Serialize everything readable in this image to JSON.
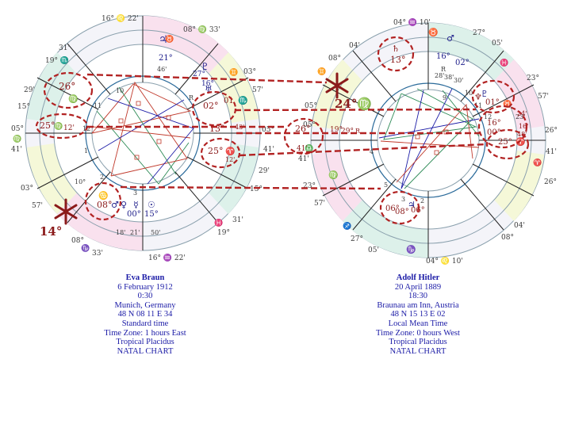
{
  "left_person": {
    "name": "Eva Braun",
    "date": "6 February 1912",
    "time": "0:30",
    "place": "Munich, Germany",
    "coords": "48 N 08    11 E 34",
    "time_type": "Standard time",
    "zone": "Time Zone: 1 hours East",
    "system": "Tropical Placidus",
    "chart_type": "NATAL CHART"
  },
  "right_person": {
    "name": "Adolf Hitler",
    "date": "20 April 1889",
    "time": "18:30",
    "place": "Braunau am Inn, Austria",
    "coords": "48 N 15    13 E 02",
    "time_type": "Local Mean Time",
    "zone": "Time Zone: 0 hours West",
    "system": "Tropical Placidus",
    "chart_type": "NATAL CHART"
  },
  "annotations": {
    "left_star_degree": "14°",
    "right_star_degree": "24°♍"
  },
  "left_wheel": {
    "cusp_labels": [
      "16° ♌ 22'",
      "08° ♍ 33'",
      "19° ♏",
      "31'",
      "29'",
      "15°",
      "05°",
      "♍",
      "41'",
      "03°",
      "57'",
      "08°",
      "♑",
      "33'",
      "16° ♒ 22'",
      "19°",
      "31'",
      "♓",
      "05°",
      "41'",
      "29'",
      "15°",
      "03°",
      "♊",
      "57'"
    ],
    "circled": [
      "26°",
      "♍",
      "25°",
      "♍",
      "12'",
      "02°",
      "01",
      "13°",
      "43'",
      "25°",
      "♈",
      "12'",
      "08°",
      "♋"
    ],
    "planets": [
      "♃",
      "21°",
      "46'",
      "♇",
      "27°",
      "16°",
      "♅",
      "00°",
      "15°",
      "18'",
      "21'",
      "50'",
      "10°",
      "♂",
      "♀",
      "☿",
      "☉",
      "1",
      "2",
      "3",
      "10",
      "11",
      "12",
      "R",
      "♉",
      "♏"
    ]
  },
  "right_wheel": {
    "cusp_labels": [
      "04° ♒ 10'",
      "27°",
      "05'",
      "♓",
      "23°",
      "57'",
      "26°",
      "41'",
      "♈",
      "05°",
      "♊",
      "04'",
      "08°",
      "04° ♌ 10'",
      "27°",
      "05'",
      "♐",
      "23°",
      "57'",
      "05°",
      "41'",
      "♎",
      "26°",
      "04'",
      "08°"
    ],
    "circled": [
      "♄",
      "13°",
      "26°",
      "41'",
      "01°",
      "19°",
      "29°",
      "R",
      "♆",
      "00°",
      "16°",
      "25°",
      "♈",
      "♉",
      "06°",
      "08°",
      "06°",
      "24'",
      "16'",
      "48'"
    ],
    "planets": [
      "♂",
      "16°",
      "02°",
      "R",
      "28'",
      "38'",
      "30'",
      "5",
      "4",
      "3",
      "2",
      "9",
      "10",
      "11",
      "12",
      "♉",
      "♍",
      "♑",
      "23'",
      "♇",
      "♃"
    ]
  }
}
